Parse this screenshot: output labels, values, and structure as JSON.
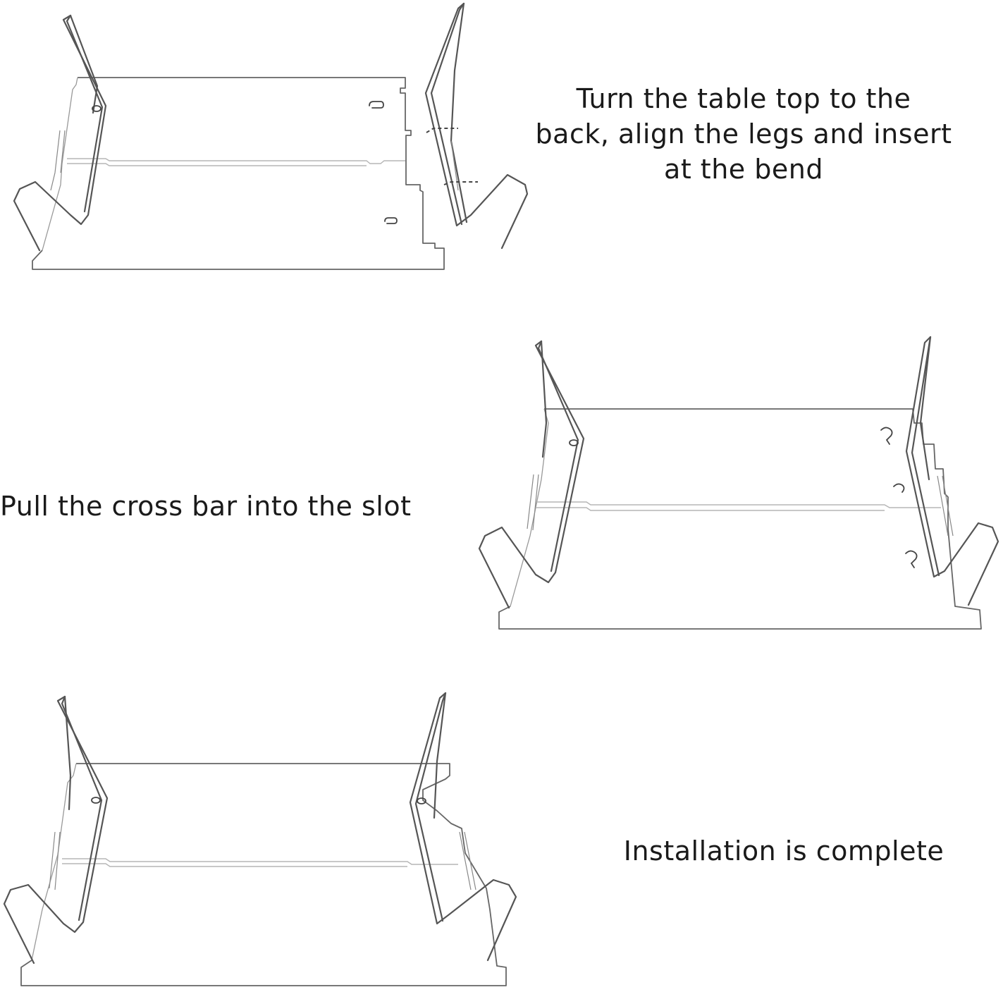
{
  "steps": [
    {
      "lines": [
        "Turn the table top to the",
        "back, align the legs and insert",
        "at the bend"
      ]
    },
    {
      "lines": [
        "Pull the cross bar into the slot"
      ]
    },
    {
      "lines": [
        "Installation is complete"
      ]
    }
  ]
}
